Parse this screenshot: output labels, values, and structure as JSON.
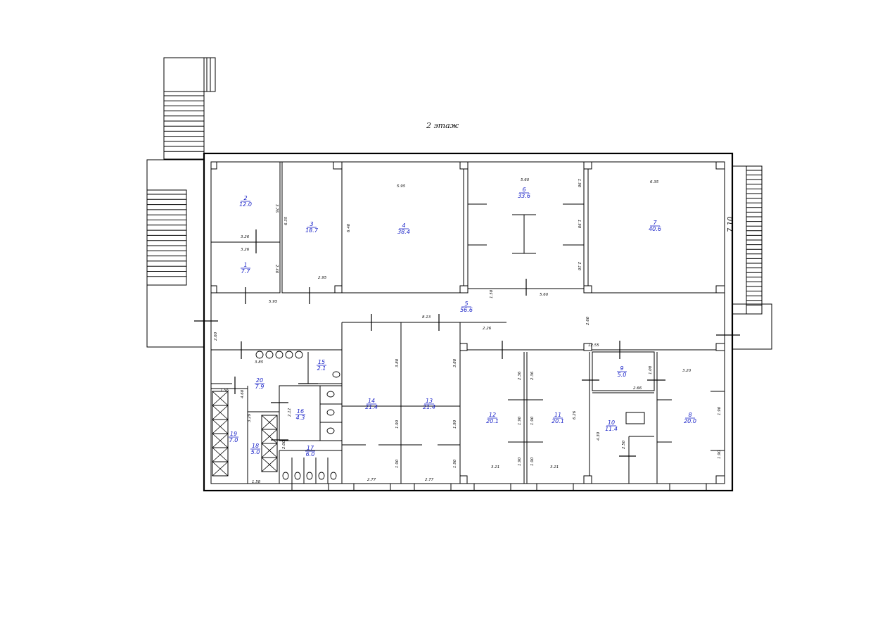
{
  "floor_title": "2 этаж",
  "rooms": [
    {
      "num": "1",
      "area": "7.7"
    },
    {
      "num": "2",
      "area": "12.0"
    },
    {
      "num": "3",
      "area": "18.7"
    },
    {
      "num": "4",
      "area": "38.4"
    },
    {
      "num": "5",
      "area": "56.6"
    },
    {
      "num": "6",
      "area": "33.6"
    },
    {
      "num": "7",
      "area": "40.6"
    },
    {
      "num": "8",
      "area": "20.0"
    },
    {
      "num": "9",
      "area": "5.0"
    },
    {
      "num": "10",
      "area": "11.4"
    },
    {
      "num": "11",
      "area": "20.1"
    },
    {
      "num": "12",
      "area": "20.1"
    },
    {
      "num": "13",
      "area": "21.4"
    },
    {
      "num": "14",
      "area": "21.4"
    },
    {
      "num": "15",
      "area": "2.1"
    },
    {
      "num": "16",
      "area": "4.3"
    },
    {
      "num": "17",
      "area": "6.0"
    },
    {
      "num": "18",
      "area": "5.0"
    },
    {
      "num": "19",
      "area": "7.0"
    },
    {
      "num": "20",
      "area": "7.9"
    }
  ],
  "dimensions": [
    "3.76",
    "3.26",
    "3.26",
    "2.40",
    "6.35",
    "2.95",
    "6.40",
    "5.95",
    "5.95",
    "5.60",
    "1.90",
    "1.90",
    "2.10",
    "1.50",
    "5.60",
    "6.35",
    "7.10",
    "8.13",
    "2.26",
    "2.60",
    "2.60",
    "12.55",
    "3.85",
    "3.80",
    "3.80",
    "1.90",
    "1.90",
    "1.90",
    "1.90",
    "2.77",
    "2.77",
    "2.36",
    "2.36",
    "1.90",
    "1.90",
    "1.90",
    "1.90",
    "3.21",
    "3.21",
    "6.26",
    "1.08",
    "2.66",
    "3.20",
    "1.90",
    "1.90",
    "4.30",
    "2.50",
    "4.60",
    "1.56",
    "3.29",
    "2.12",
    "2.00",
    "1.58"
  ]
}
